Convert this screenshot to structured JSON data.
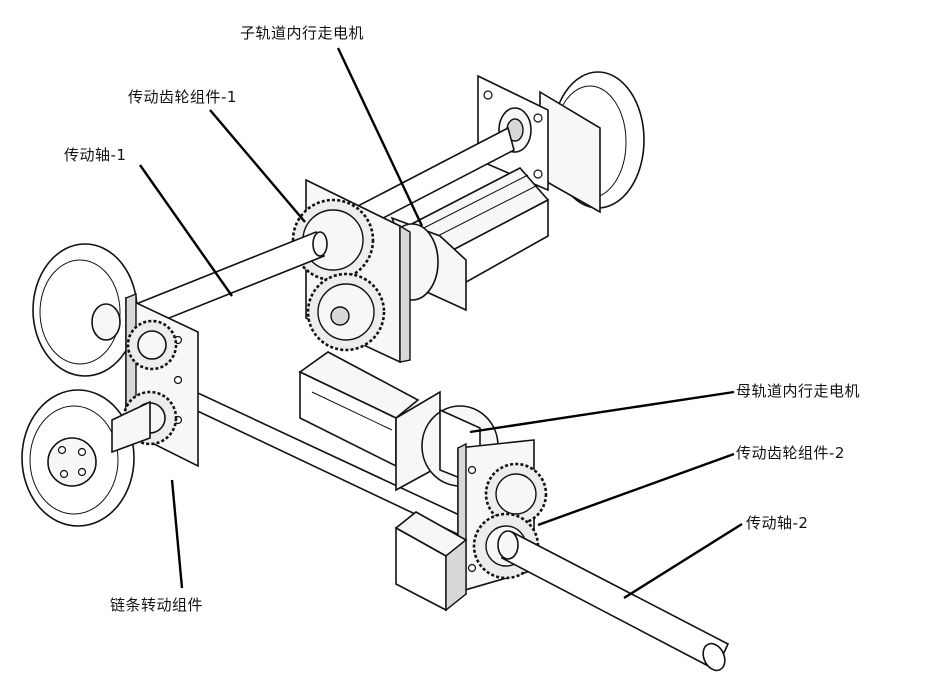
{
  "labels": {
    "sub_motor": "子轨道内行走电机",
    "gear_1": "传动齿轮组件-1",
    "shaft_1": "传动轴-1",
    "main_motor": "母轨道内行走电机",
    "gear_2": "传动齿轮组件-2",
    "shaft_2": "传动轴-2",
    "chain": "链条转动组件"
  }
}
